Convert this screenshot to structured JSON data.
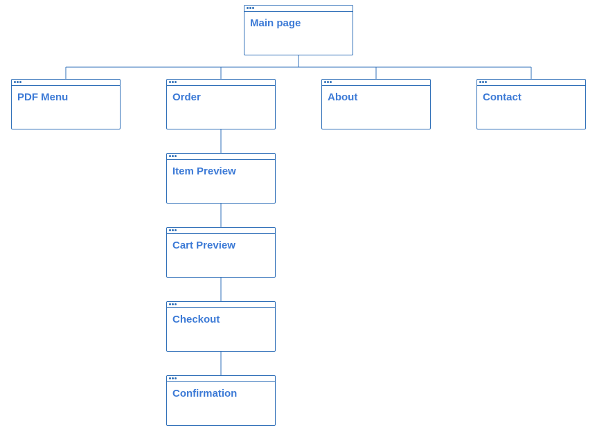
{
  "diagram": {
    "colors": {
      "stroke": "#2f6fb8",
      "label": "#3c7ad6",
      "background": "#ffffff"
    },
    "nodes": {
      "main": {
        "label": "Main page"
      },
      "pdf_menu": {
        "label": "PDF Menu"
      },
      "order": {
        "label": "Order"
      },
      "about": {
        "label": "About"
      },
      "contact": {
        "label": "Contact"
      },
      "item_preview": {
        "label": "Item Preview"
      },
      "cart_preview": {
        "label": "Cart Preview"
      },
      "checkout": {
        "label": "Checkout"
      },
      "confirmation": {
        "label": "Confirmation"
      }
    },
    "edges": [
      [
        "main",
        "pdf_menu"
      ],
      [
        "main",
        "order"
      ],
      [
        "main",
        "about"
      ],
      [
        "main",
        "contact"
      ],
      [
        "order",
        "item_preview"
      ],
      [
        "item_preview",
        "cart_preview"
      ],
      [
        "cart_preview",
        "checkout"
      ],
      [
        "checkout",
        "confirmation"
      ]
    ]
  }
}
